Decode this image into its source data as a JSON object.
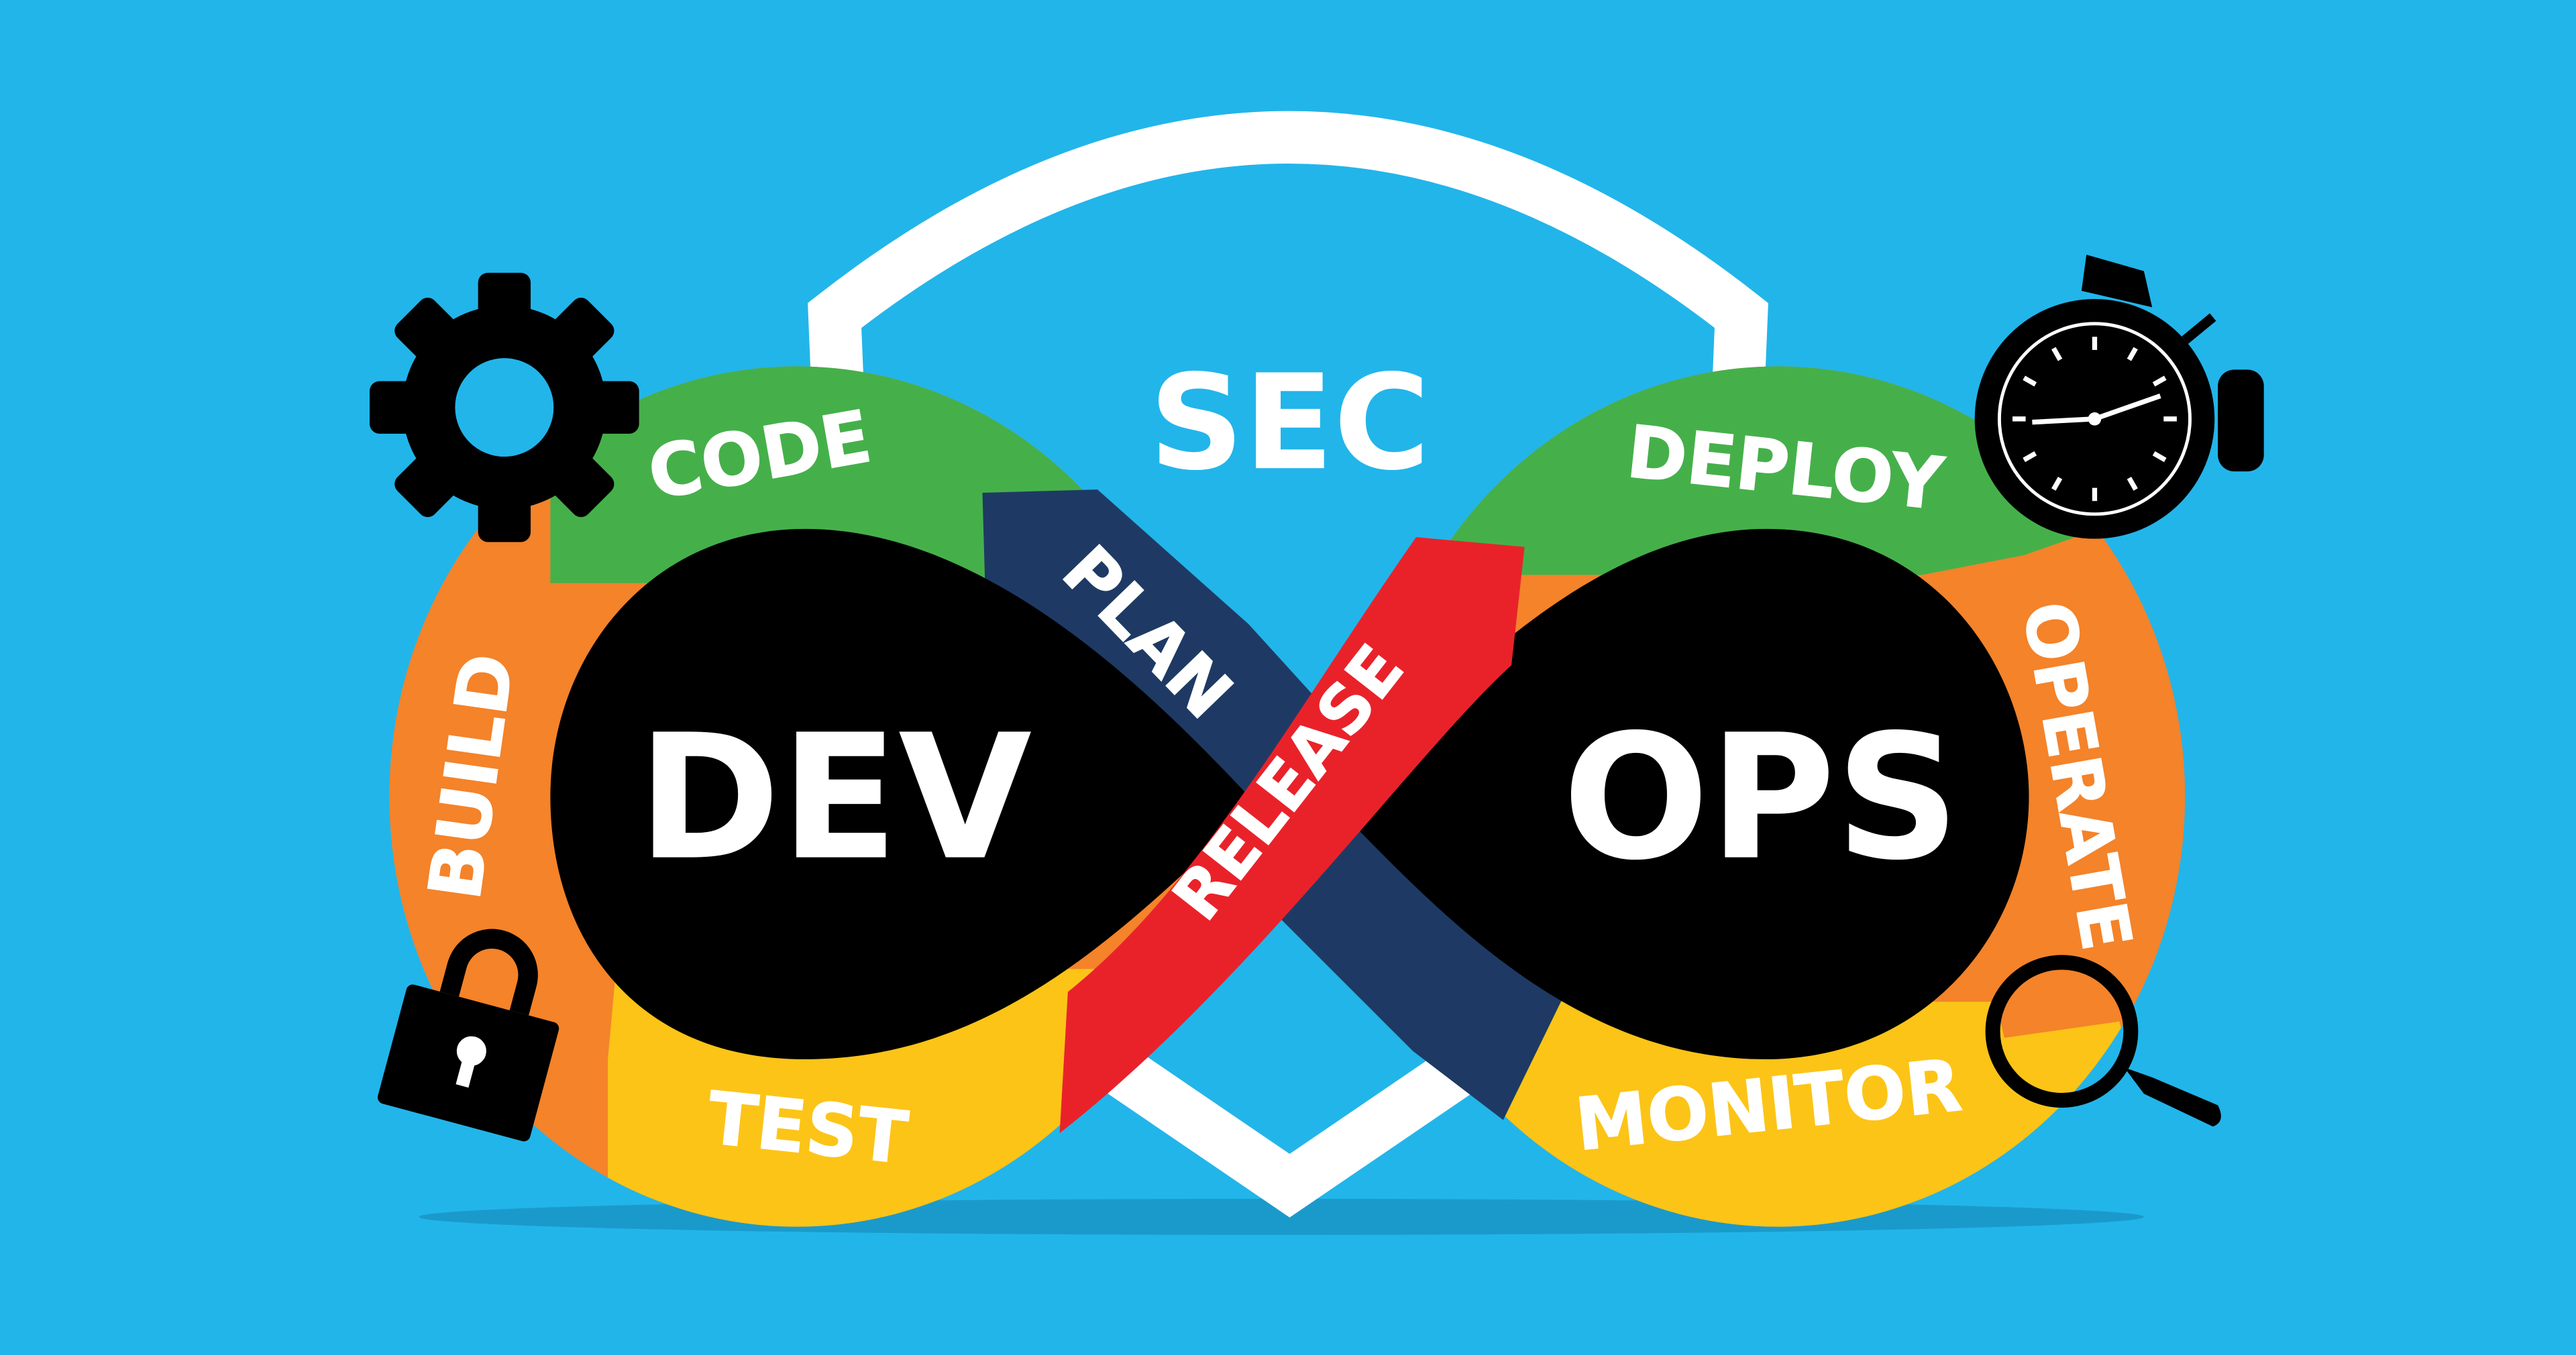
{
  "title": {
    "sec": "SEC"
  },
  "loops": {
    "left": {
      "label": "DEV",
      "stages": [
        "CODE",
        "BUILD",
        "TEST",
        "PLAN"
      ]
    },
    "right": {
      "label": "OPS",
      "stages": [
        "DEPLOY",
        "OPERATE",
        "MONITOR",
        "RELEASE"
      ]
    }
  },
  "icons": [
    "gear-icon",
    "lock-icon",
    "stopwatch-icon",
    "magnifier-icon",
    "shield-icon"
  ],
  "colors": {
    "background": "#22b5ea",
    "green": "#45b04a",
    "orange": "#f4832a",
    "yellow": "#fcc417",
    "navy": "#1e3a64",
    "red": "#e9222a",
    "black": "#000000",
    "shield": "#ffffff"
  }
}
